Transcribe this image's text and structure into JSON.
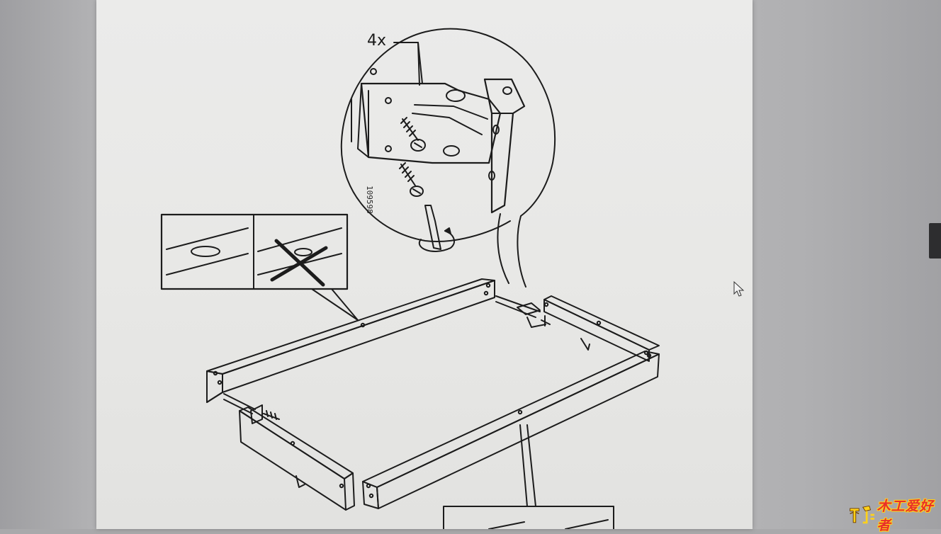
{
  "instruction": {
    "count_label": "4x",
    "part_number": "109598"
  },
  "watermark": {
    "text": "木工爱好者",
    "colors": {
      "text": "#e8302a",
      "outline": "#ffd11a"
    }
  },
  "icons": {
    "cursor": "mouse-pointer-icon",
    "correct": "correct-hole-detail",
    "wrong": "cross-out-icon",
    "screwdriver": "screwdriver-icon",
    "screw": "screw-icon"
  }
}
